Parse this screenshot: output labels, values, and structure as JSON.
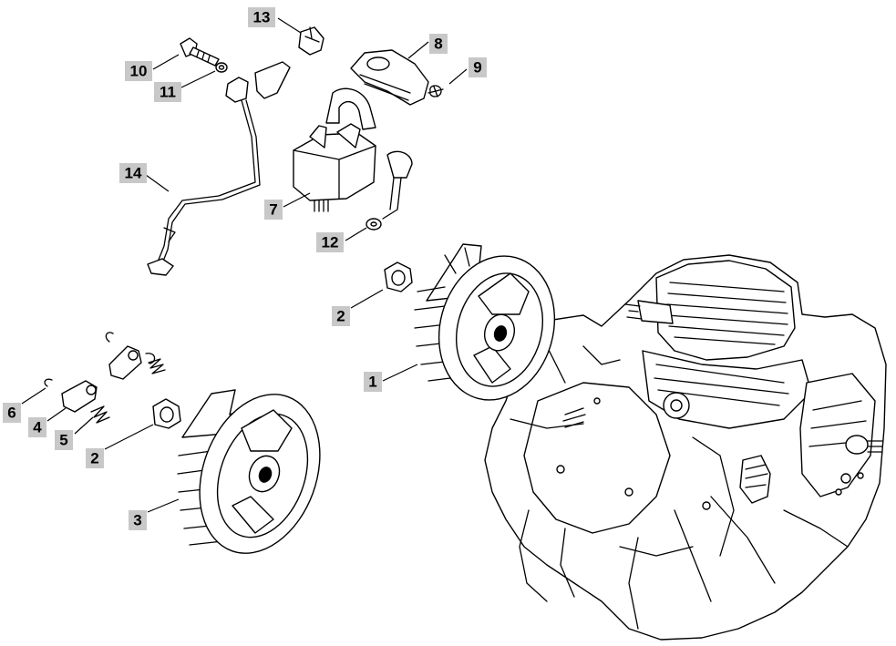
{
  "callouts": {
    "c1": "1",
    "c2a": "2",
    "c2b": "2",
    "c3": "3",
    "c4": "4",
    "c5": "5",
    "c6": "6",
    "c7": "7",
    "c8": "8",
    "c9": "9",
    "c10": "10",
    "c11": "11",
    "c12": "12",
    "c13": "13",
    "c14": "14"
  },
  "colors": {
    "callout_bg": "#c8c8c8",
    "line": "#000000",
    "background": "#ffffff"
  }
}
